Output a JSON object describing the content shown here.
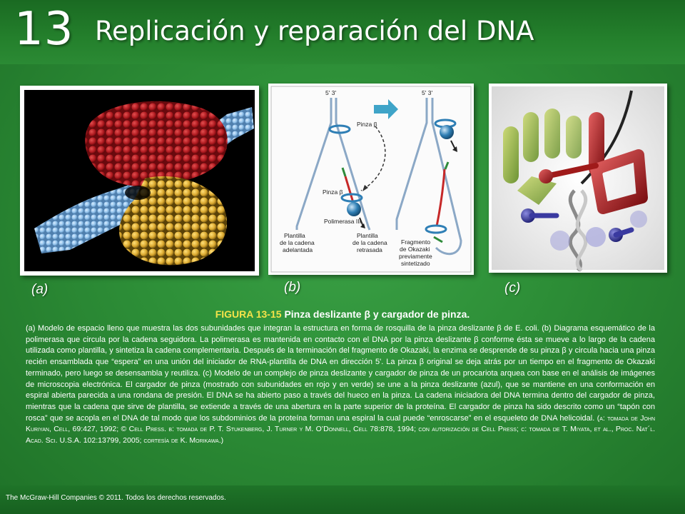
{
  "header": {
    "chapter_number": "13",
    "chapter_title": "Replicación y reparación del DNA"
  },
  "figure": {
    "panel_a_label": "(a)",
    "panel_b_label": "(b)",
    "panel_c_label": "(c)",
    "panel_b_text": {
      "five_three_left": "5'  3'",
      "five_three_right": "5'  3'",
      "clamp_top": "Pinza β",
      "clamp_mid": "Pinza β",
      "polymerase": "Polimerasa III",
      "leading_1": "Plantilla",
      "leading_2": "de la cadena",
      "leading_3": "adelantada",
      "lagging_1": "Plantilla",
      "lagging_2": "de la cadena",
      "lagging_3": "retrasada",
      "okazaki_1": "Fragmento",
      "okazaki_2": "de Okazaki",
      "okazaki_3": "previamente",
      "okazaki_4": "sintetizado"
    }
  },
  "caption": {
    "figure_number": "FIGURA 13-15",
    "figure_title": "Pinza deslizante β y cargador de pinza.",
    "body": "(a) Modelo de espacio lleno que muestra las dos subunidades que integran la estructura en forma de rosquilla de la pinza deslizante β de E. coli. (b) Diagrama esquemático de la polimerasa que circula por la cadena seguidora. La polimerasa es mantenida en contacto con el DNA por la pinza deslizante β conforme ésta se mueve a lo largo de la cadena utilizada como plantilla, y sintetiza la cadena complementaria. Después de la terminación del fragmento de Okazaki, la enzima se desprende de su pinza β y circula hacia una pinza recién ensamblada que “espera” en una unión del iniciador de RNA-plantilla de DNA en dirección 5'. La pinza β original se deja atrás por un tiempo en el fragmento de Okazaki terminado, pero luego se desensambla y reutiliza. (c) Modelo de un complejo de pinza deslizante y cargador de pinza de un procariota arquea con base en el análisis de imágenes de microscopia electrónica. El cargador de pinza (mostrado con subunidades en rojo y en verde) se une a la pinza deslizante (azul), que se mantiene en una conformación en espiral abierta parecida a una rondana de presión. El DNA se ha abierto paso a través del hueco en la pinza. La cadena iniciadora del DNA termina dentro del cargador de pinza, mientras que la cadena que sirve de plantilla, se extiende a través de una abertura en la parte superior de la proteína. El cargador de pinza ha sido descrito como un “tapón con rosca” que se acopla en el DNA de tal modo que los subdominios de la proteína forman una espiral la cual puede “enroscarse” en el esqueleto de DNA helicoidal.",
    "credits": "(a: tomada de John Kuriyan, Cell, 69:427, 1992; © Cell Press. b: tomada de P. T. Stukenberg, J. Turner y M. O’Donnell, Cell 78:878, 1994; con autorización de Cell Press; c: tomada de T. Miyata, et al., Proc. Nat´l. Acad. Sci. U.S.A. 102:13799, 2005; cortesía de K. Morikawa.)"
  },
  "footer": {
    "copyright": "The McGraw-Hill Companies © 2011. Todos los derechos reservados."
  },
  "colors": {
    "background": "#2b8a36",
    "figure_number": "#f5e34a",
    "clamp_blue": "#2f7fb5",
    "red_subunit": "#b01a20",
    "yellow_subunit": "#e2b53a",
    "dna_light_blue": "#8fc0ea"
  }
}
